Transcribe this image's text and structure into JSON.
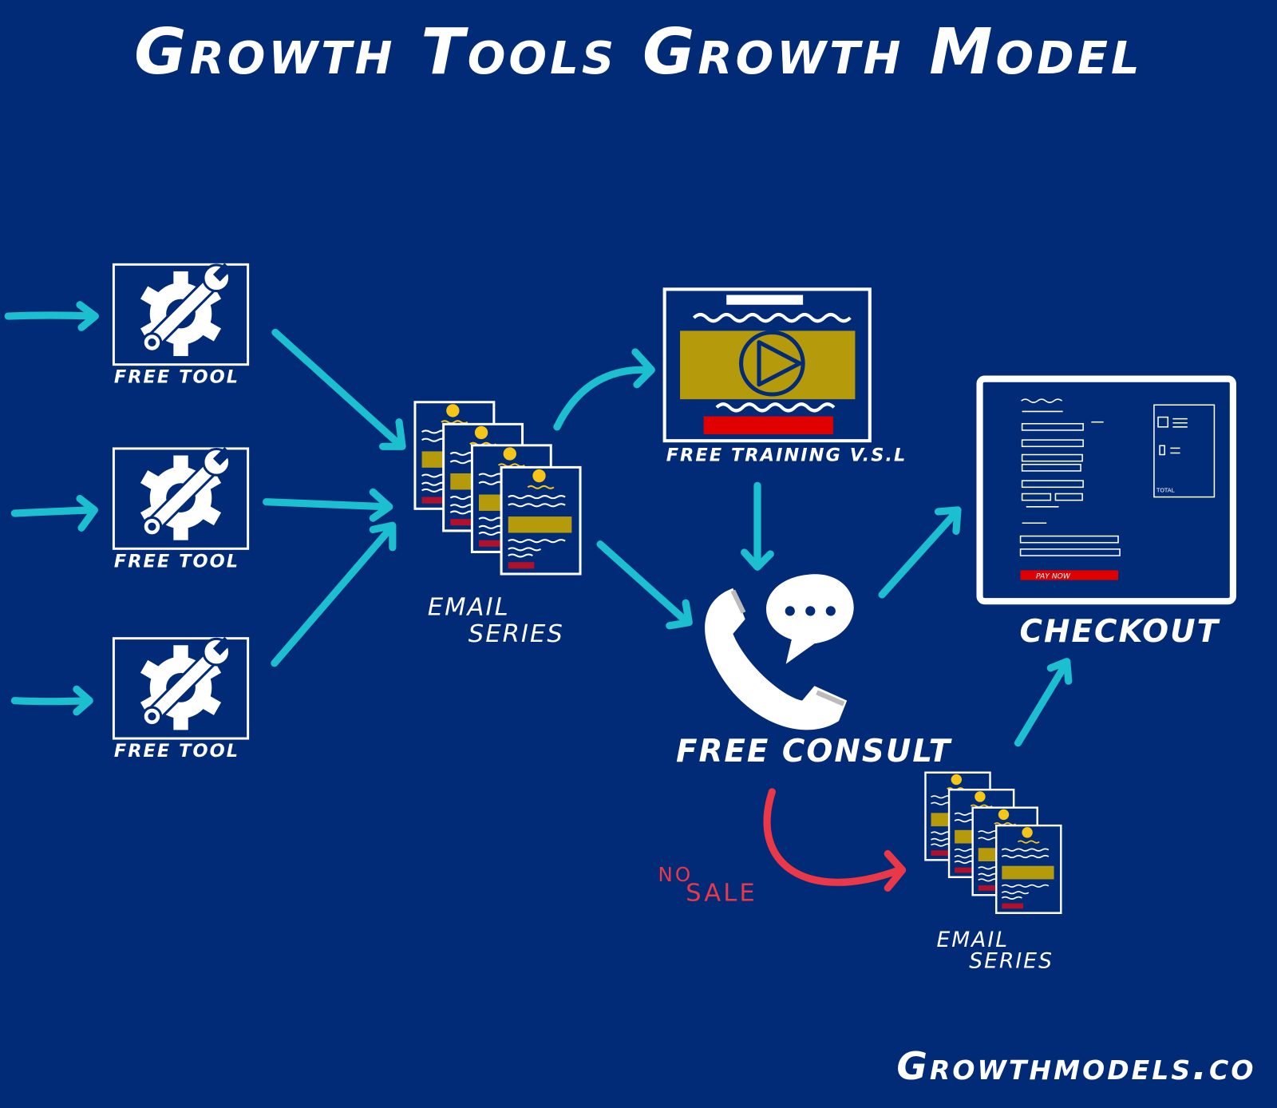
{
  "title": "Growth Tools Growth Model",
  "colors": {
    "background": "#022b77",
    "arrow": "#1bbfcf",
    "no_sale_arrow": "#ea3848",
    "video": "#b59a0c",
    "cta": "#e00000"
  },
  "tools": [
    {
      "label": "FREE TOOL",
      "icon": "gear-wrench-icon"
    },
    {
      "label": "FREE TOOL",
      "icon": "gear-wrench-icon"
    },
    {
      "label": "FREE TOOL",
      "icon": "gear-wrench-icon"
    }
  ],
  "email_series_1": {
    "label_line1": "EMAIL",
    "label_line2": "SERIES"
  },
  "vsl": {
    "label": "FREE TRAINING V.S.L",
    "icon": "play-icon"
  },
  "consult": {
    "label": "FREE CONSULT",
    "icon": "phone-icon",
    "bubble_icon": "chat-bubble-icon"
  },
  "checkout": {
    "label": "CHECKOUT",
    "button": "PAY NOW",
    "total_label": "TOTAL"
  },
  "no_sale": {
    "line1": "NO",
    "line2": "SALE"
  },
  "email_series_2": {
    "label_line1": "EMAIL",
    "label_line2": "SERIES"
  },
  "footer": "Growthmodels.co"
}
